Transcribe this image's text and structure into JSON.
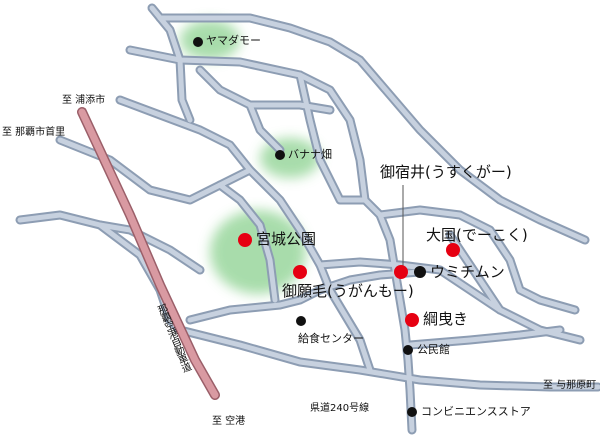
{
  "map": {
    "colors": {
      "road": "#aab7c8",
      "highway": "#c98a92",
      "park": "#9fd9a2",
      "spot_red": "#e60012",
      "spot_black": "#111111"
    },
    "places": {
      "yamadamo": "ヤマダモー",
      "banana": "バナナ畑",
      "miyagi_park": "宮城公園",
      "ugan_mo": "御願毛(うがんもー)",
      "ushuku_gaa": "御宿井(うすくがー)",
      "deekoku": "大国(でーこく)",
      "umichimun": "ウミチムン",
      "tsunahiki": "綱曳き",
      "kyushoku": "給食センター",
      "kominkan": "公民館",
      "conveni": "コンビニエンスストア"
    },
    "directions": {
      "urasoe": "至 浦添市",
      "naha_shuri": "至 那覇市首里",
      "yonabaru": "至 与那原町",
      "airport": "至 空港"
    },
    "roads": {
      "expressway": "那覇空港自動車道",
      "prefectural_240": "県道240号線"
    }
  }
}
